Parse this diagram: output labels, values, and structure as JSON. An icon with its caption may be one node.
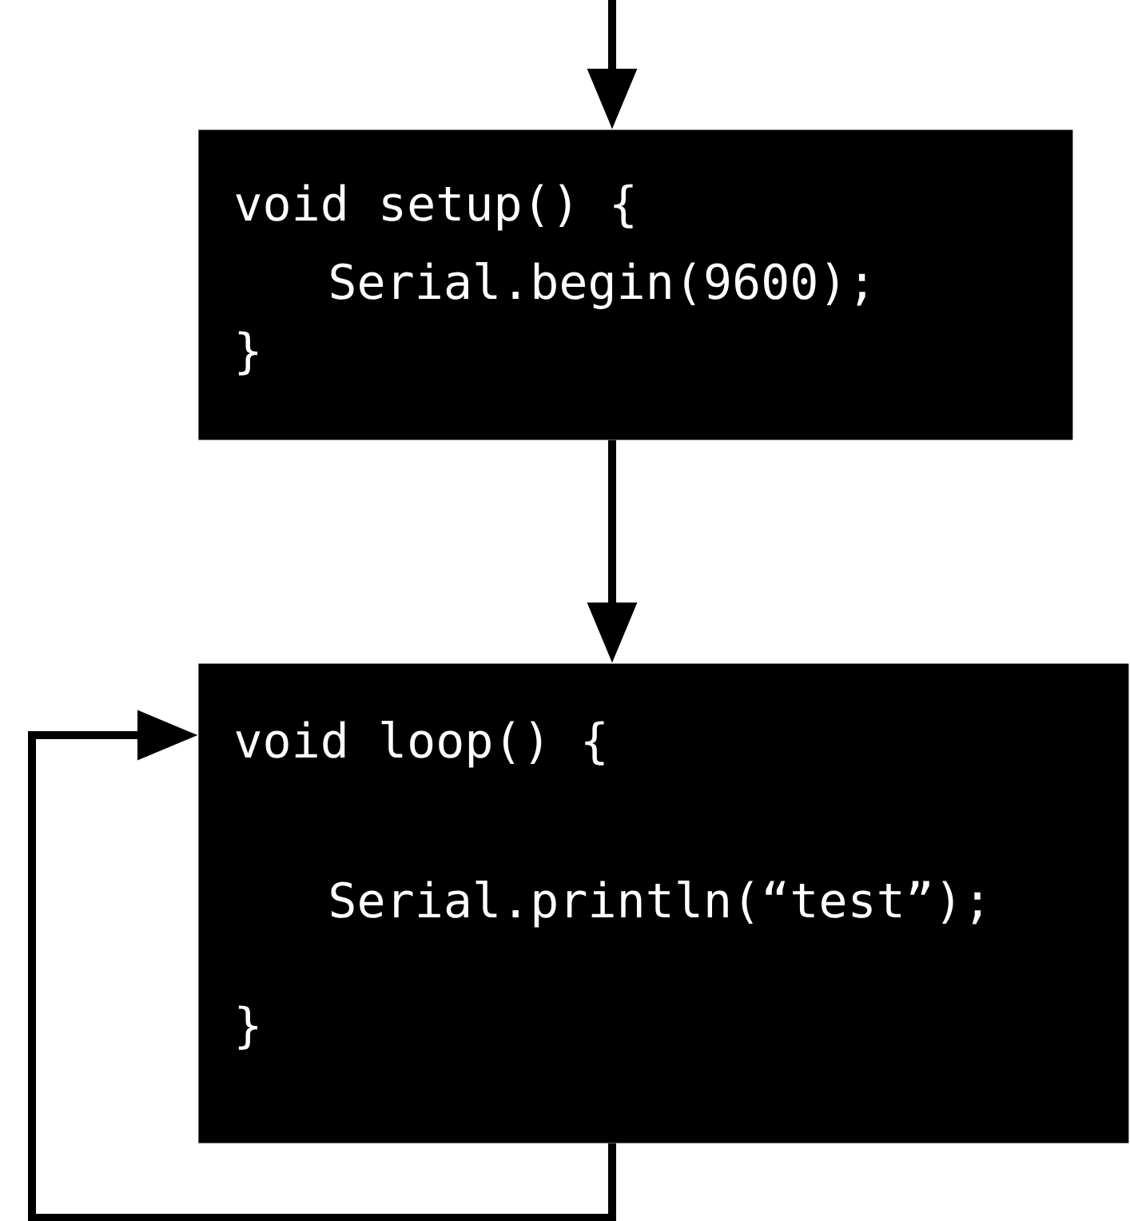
{
  "diagram": {
    "nodes": [
      {
        "text": [
          "void setup() {",
          "Serial.begin(9600);",
          "}"
        ]
      },
      {
        "text": [
          "void loop() {",
          "Serial.println(“test”);",
          "}"
        ]
      }
    ],
    "edges": [
      {
        "from": null,
        "to": 0,
        "arrow": "to"
      },
      {
        "from": 0,
        "to": 1,
        "arrow": "to"
      },
      {
        "from": 1,
        "to": 1,
        "arrow": "to"
      }
    ]
  }
}
